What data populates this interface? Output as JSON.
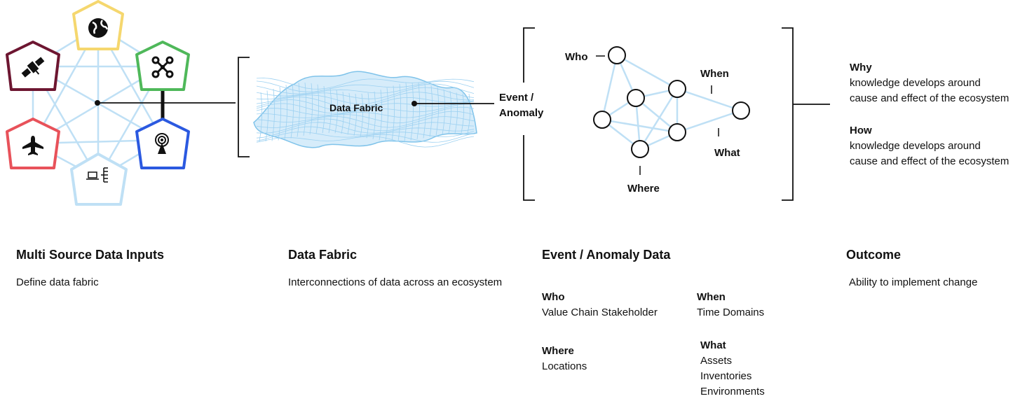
{
  "diagram": {
    "fabric_label": "Data Fabric",
    "event_label_1": "Event /",
    "event_label_2": "Anomaly",
    "graph_labels": {
      "who": "Who",
      "when": "When",
      "what": "What",
      "where": "Where"
    },
    "outcome": {
      "why_title": "Why",
      "why_text_1": "knowledge develops around",
      "why_text_2": "cause and effect of the ecosystem",
      "how_title": "How",
      "how_text_1": "knowledge develops around",
      "how_text_2": "cause and effect of the ecosystem"
    },
    "source_icons": [
      "globe-icon",
      "satellite-icon",
      "drone-icon",
      "airplane-icon",
      "radio-tower-icon",
      "laptop-network-icon"
    ],
    "colors": {
      "yellow": "#f5d76e",
      "maroon": "#6d1631",
      "green": "#4fb85a",
      "red": "#e8525a",
      "blue": "#2b59e0",
      "light_blue": "#bfe0f5"
    }
  },
  "columns": {
    "inputs": {
      "title": "Multi Source Data Inputs",
      "desc": "Define data fabric"
    },
    "fabric": {
      "title": "Data Fabric",
      "desc": "Interconnections of data across an ecosystem"
    },
    "event": {
      "title": "Event / Anomaly Data",
      "who_title": "Who",
      "who_value": "Value Chain Stakeholder",
      "when_title": "When",
      "when_value": "Time Domains",
      "where_title": "Where",
      "where_value": "Locations",
      "what_title": "What",
      "what_values": [
        "Assets",
        "Inventories",
        "Environments"
      ]
    },
    "outcome": {
      "title": "Outcome",
      "desc": "Ability to implement change"
    }
  }
}
